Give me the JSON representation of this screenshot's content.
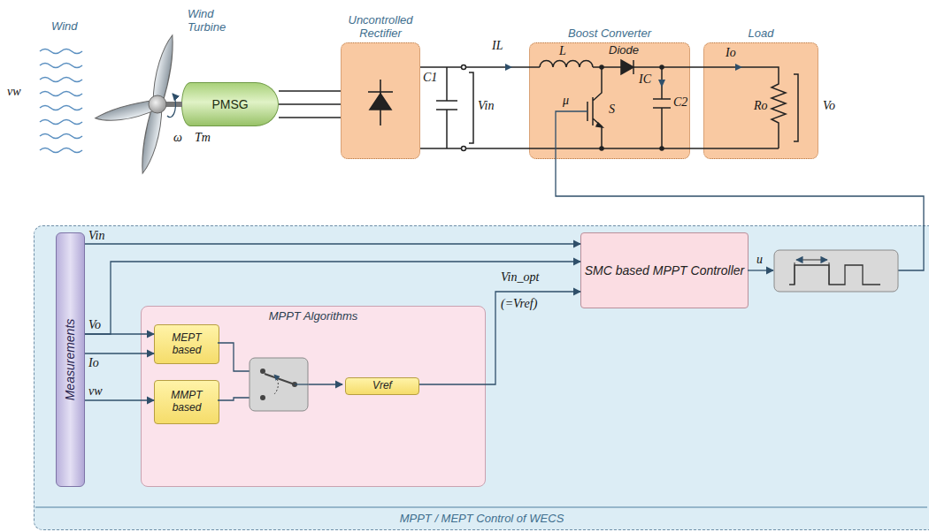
{
  "diagram": {
    "nodes": [
      {
        "text": [
          "PMSG"
        ]
      },
      {
        "text": [
          "Uncontrolled Rectifier"
        ]
      },
      {
        "text": [
          "Boost Converter"
        ]
      },
      {
        "text": [
          "Load"
        ]
      },
      {
        "text": [
          "MPPT / MEPT Control of WECS"
        ]
      },
      {
        "text": [
          "Measurements"
        ],
        "in": 4
      },
      {
        "text": [
          "MPPT Algorithms"
        ],
        "in": 4
      },
      {
        "text": [
          "MEPT based"
        ],
        "in": 6
      },
      {
        "text": [
          "MMPT based"
        ],
        "in": 6
      },
      {
        "text": [
          "Vref"
        ],
        "in": 6
      },
      {
        "text": [
          "SMC based MPPT Controller"
        ],
        "in": 4
      }
    ],
    "edges": [
      {
        "from": 5,
        "to": 10,
        "arrow": "to",
        "label": "Vin"
      },
      {
        "from": 5,
        "to": 10,
        "arrow": "to"
      },
      {
        "from": 5,
        "to": 7,
        "arrow": "to",
        "label": "Vo"
      },
      {
        "from": 5,
        "to": 7,
        "arrow": "to",
        "label": "Io"
      },
      {
        "from": 5,
        "to": 8,
        "arrow": "to",
        "label": "vw"
      },
      {
        "from": 9,
        "to": 10,
        "arrow": "to"
      }
    ],
    "labels": [
      "Wind",
      "vw",
      "Wind Turbine",
      "ω",
      "Tm",
      "IL",
      "C1",
      "Vin",
      "μ",
      "L",
      "Diode",
      "S",
      "IC",
      "C2",
      "Io",
      "Ro",
      "Vo",
      "Vin_opt",
      "(=Vref)",
      "u"
    ]
  }
}
